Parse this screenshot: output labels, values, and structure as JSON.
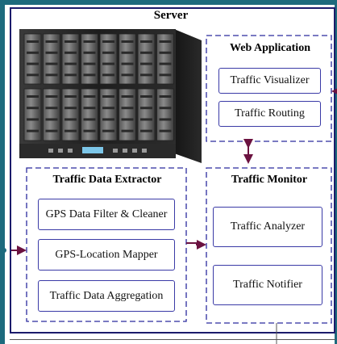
{
  "server": {
    "title": "Server"
  },
  "server_image": {
    "icon": "blade-server-rack-image"
  },
  "web_application": {
    "title": "Web Application",
    "modules": [
      "Traffic Visualizer",
      "Traffic Routing"
    ]
  },
  "traffic_data_extractor": {
    "title": "Traffic Data Extractor",
    "modules": [
      "GPS Data Filter & Cleaner",
      "GPS-Location Mapper",
      "Traffic Data Aggregation"
    ]
  },
  "traffic_monitor": {
    "title": "Traffic Monitor",
    "modules": [
      "Traffic Analyzer",
      "Traffic Notifier"
    ]
  },
  "colors": {
    "frame": "#1d6a7d",
    "dashed_border": "#2b2b9e",
    "arrow": "#6b1240",
    "module_border": "#3a3aa6"
  }
}
